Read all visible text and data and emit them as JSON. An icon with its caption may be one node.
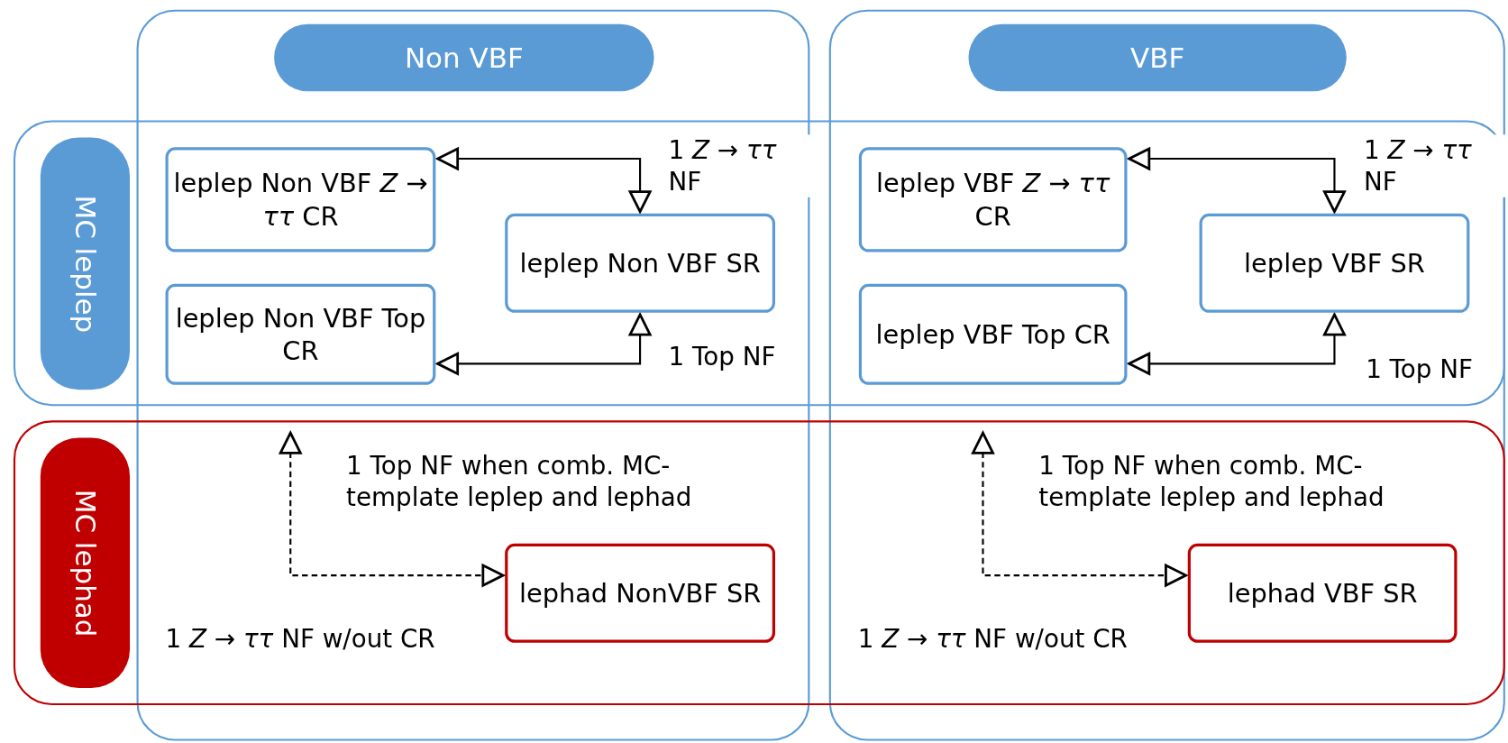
{
  "diagram": {
    "nodes": [
      {
        "text": [
          "Non VBF"
        ]
      },
      {
        "text": [
          "VBF"
        ]
      },
      {
        "text": [
          "MC leplep"
        ]
      },
      {
        "text": [
          "MC lephad"
        ]
      },
      {
        "text": [
          "leplep Non VBF *Z* → *ττ* CR"
        ]
      },
      {
        "text": [
          "leplep Non VBF SR"
        ]
      },
      {
        "text": [
          "leplep Non VBF Top CR"
        ]
      },
      {
        "text": [
          "leplep VBF *Z* → *ττ* CR"
        ]
      },
      {
        "text": [
          "leplep VBF SR"
        ]
      },
      {
        "text": [
          "leplep VBF Top CR"
        ]
      },
      {
        "text": [
          "lephad NonVBF SR"
        ]
      },
      {
        "text": [
          "lephad VBF SR"
        ]
      }
    ],
    "edges": [
      {
        "from": 4,
        "to": 5,
        "arrow": "both",
        "label": "1 *Z* → *ττ* NF"
      },
      {
        "from": 6,
        "to": 5,
        "arrow": "both",
        "label": "1 Top NF"
      },
      {
        "from": 7,
        "to": 8,
        "arrow": "both",
        "label": "1 *Z* → *ττ* NF"
      },
      {
        "from": 9,
        "to": 8,
        "arrow": "both",
        "label": "1 Top NF"
      },
      {
        "from": null,
        "to": 10,
        "arrow": "both",
        "style": "dashed",
        "label": "1 Top NF when comb. MC-template leplep and lephad"
      },
      {
        "from": null,
        "to": 11,
        "arrow": "both",
        "style": "dashed",
        "label": "1 Top NF when comb. MC-template leplep and lephad"
      }
    ],
    "labels": [
      "1 *Z* → *ττ* NF w/out CR",
      "1 *Z* → *ττ* NF w/out CR"
    ]
  }
}
